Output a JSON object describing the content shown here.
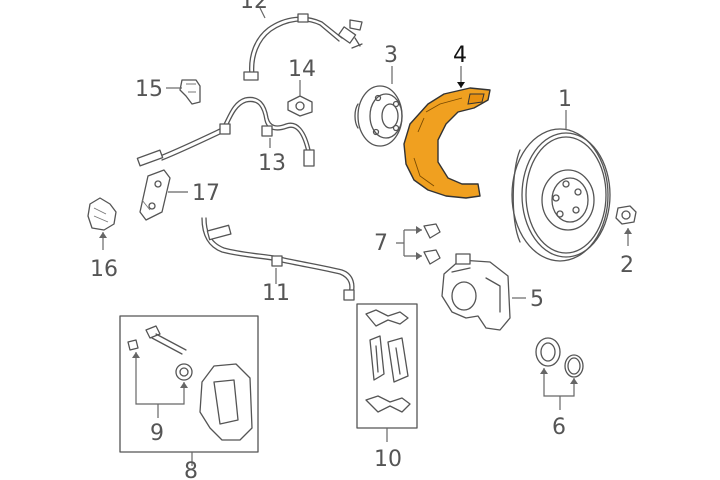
{
  "colors": {
    "line": "#555555",
    "label": "#555555",
    "highlight_fill": "#f0a020",
    "highlight_stroke": "#333333"
  },
  "callouts": {
    "c1": "1",
    "c2": "2",
    "c3": "3",
    "c4": "4",
    "c5": "5",
    "c6": "6",
    "c7": "7",
    "c8": "8",
    "c9": "9",
    "c10": "10",
    "c11": "11",
    "c12": "12",
    "c13": "13",
    "c14": "14",
    "c15": "15",
    "c16": "16",
    "c17": "17"
  }
}
